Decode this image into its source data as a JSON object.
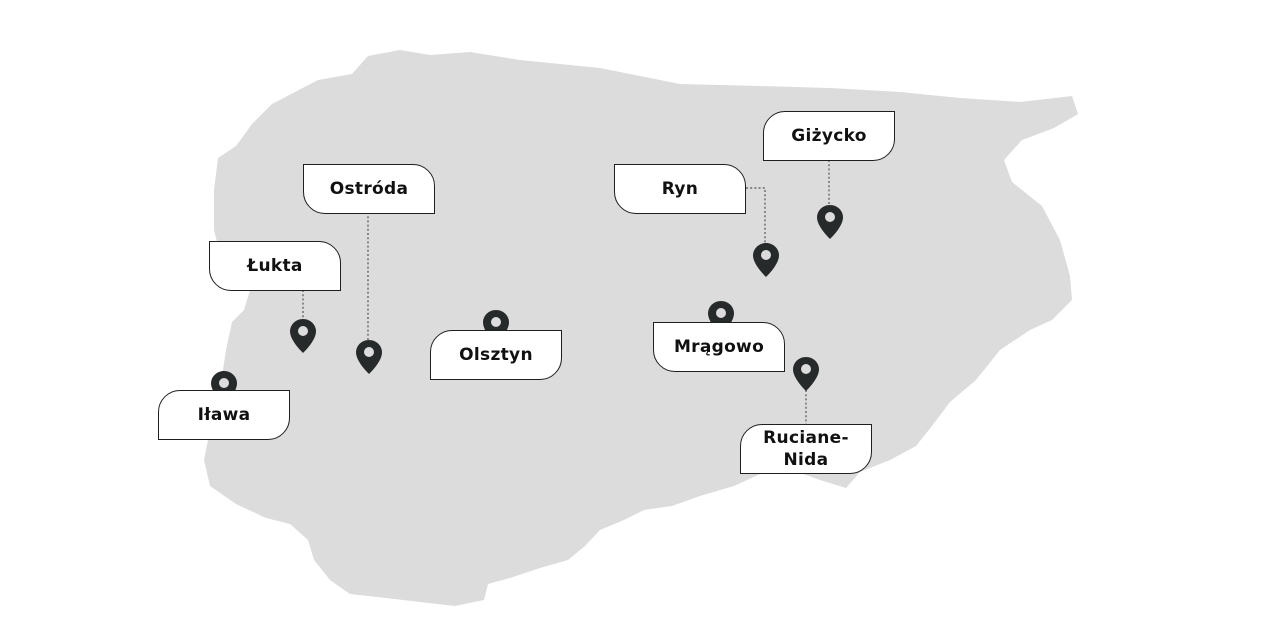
{
  "colors": {
    "region_fill": "#dcdcdc",
    "pin_fill": "#262a2b",
    "pin_hole": "#dcdcdc",
    "label_border": "#1f1f1f",
    "connector": "#666666"
  },
  "icons": {
    "pin": "map-pin-icon"
  },
  "cities": [
    {
      "id": "gizycko",
      "name": "Giżycko"
    },
    {
      "id": "ostroda",
      "name": "Ostróda"
    },
    {
      "id": "ryn",
      "name": "Ryn"
    },
    {
      "id": "lukta",
      "name": "Łukta"
    },
    {
      "id": "olsztyn",
      "name": "Olsztyn"
    },
    {
      "id": "mragowo",
      "name": "Mrągowo"
    },
    {
      "id": "ilawa",
      "name": "Iława"
    },
    {
      "id": "ruciane-nida",
      "name": "Ruciane-\nNida"
    }
  ]
}
